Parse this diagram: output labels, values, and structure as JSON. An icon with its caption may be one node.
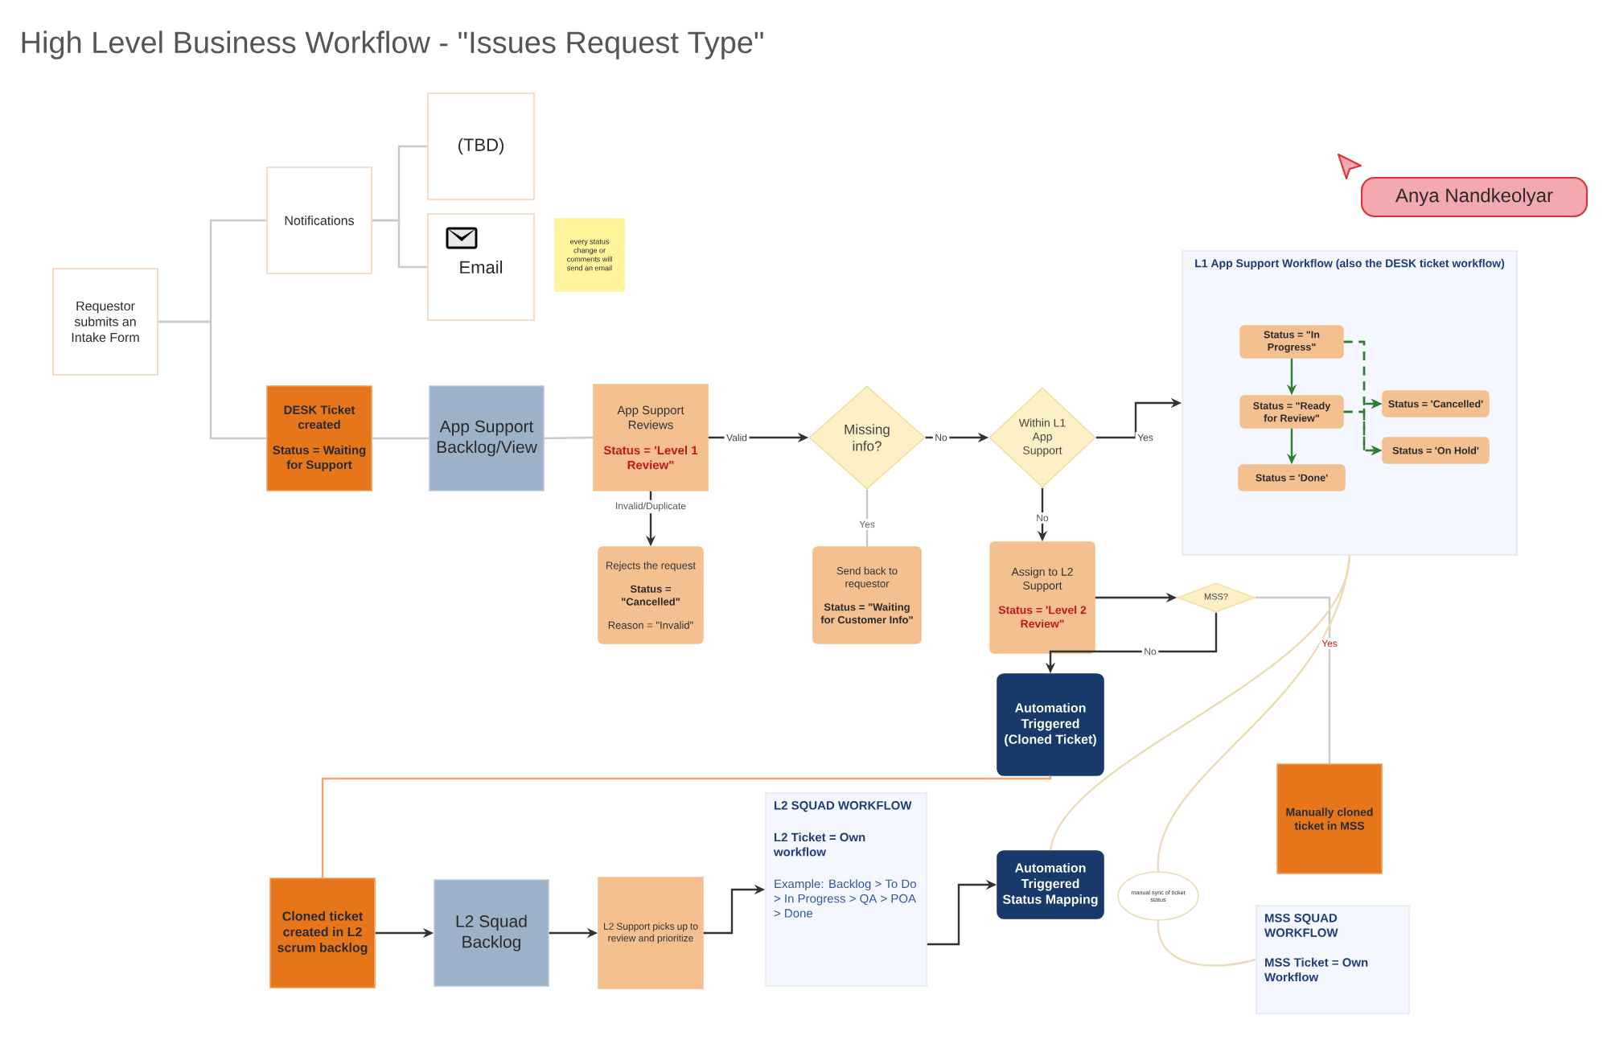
{
  "diagram": {
    "title": "High Level Business Workflow - \"Issues Request Type\"",
    "nodes": [
      {
        "text": [
          "Requestor submits an Intake Form"
        ]
      },
      {
        "text": [
          "Notifications"
        ]
      },
      {
        "text": [
          "(TBD)"
        ]
      },
      {
        "text": [
          "Email"
        ]
      },
      {
        "text": [
          "every status change or comments will send an email"
        ]
      },
      {
        "text": [
          "DESK Ticket created",
          "Status = Waiting for Support"
        ]
      },
      {
        "text": [
          "App Support Backlog/View"
        ]
      },
      {
        "text": [
          "App Support Reviews",
          "Status = 'Level 1 Review\""
        ]
      },
      {
        "text": [
          "Missing info?"
        ]
      },
      {
        "text": [
          "Within L1 App Support"
        ]
      },
      {
        "text": [
          "Rejects the request",
          "Status = \"Cancelled\"",
          "Reason = \"Invalid\""
        ]
      },
      {
        "text": [
          "Send back to requestor",
          "Status = \"Waiting for Customer Info\""
        ]
      },
      {
        "text": [
          "L1 App Support Workflow (also the DESK ticket workflow)"
        ]
      },
      {
        "text": [
          "Status = \"In Progress\""
        ],
        "in": 12
      },
      {
        "text": [
          "Status = \"Ready for Review\""
        ],
        "in": 12
      },
      {
        "text": [
          "Status = 'Done'"
        ],
        "in": 12
      },
      {
        "text": [
          "Status = 'Cancelled'"
        ],
        "in": 12
      },
      {
        "text": [
          "Status = 'On Hold'"
        ],
        "in": 12
      },
      {
        "text": [
          "Assign to L2 Support",
          "Status = 'Level 2 Review\""
        ]
      },
      {
        "text": [
          "MSS?"
        ]
      },
      {
        "text": [
          "Automation Triggered (Cloned Ticket)"
        ]
      },
      {
        "text": [
          "Manually cloned ticket in MSS"
        ]
      },
      {
        "text": [
          "Cloned ticket created in L2 scrum backlog"
        ]
      },
      {
        "text": [
          "L2 Squad Backlog"
        ]
      },
      {
        "text": [
          "L2 Support picks up to review and prioritize"
        ]
      },
      {
        "text": [
          "L2 SQUAD WORKFLOW",
          "L2 Ticket = Own workflow",
          "Example: Backlog > To Do > In Progress > QA > POA > Done"
        ]
      },
      {
        "text": [
          "Automation Triggered Status Mapping"
        ]
      },
      {
        "text": [
          "manual sync of ticket status"
        ]
      },
      {
        "text": [
          "MSS SQUAD WORKFLOW",
          "MSS Ticket = Own Workflow"
        ]
      }
    ],
    "edges": [
      {
        "from": 0,
        "to": 1,
        "arrow": "none",
        "color": "#c9c9c9"
      },
      {
        "from": 0,
        "to": 5,
        "arrow": "none",
        "color": "#c9c9c9"
      },
      {
        "from": 1,
        "to": 2,
        "arrow": "none",
        "color": "#c9c9c9"
      },
      {
        "from": 1,
        "to": 3,
        "arrow": "none",
        "color": "#c9c9c9"
      },
      {
        "from": 5,
        "to": 6,
        "arrow": "none",
        "color": "#c9c9c9"
      },
      {
        "from": 6,
        "to": 7,
        "arrow": "none",
        "color": "#c9c9c9"
      },
      {
        "from": 7,
        "to": 8,
        "arrow": "to",
        "label": "Valid"
      },
      {
        "from": 8,
        "to": 9,
        "arrow": "to",
        "label": "No"
      },
      {
        "from": 9,
        "to": 12,
        "arrow": "to",
        "label": "Yes"
      },
      {
        "from": 7,
        "to": 10,
        "arrow": "to",
        "label": "Invalid/Duplicate"
      },
      {
        "from": 8,
        "to": 11,
        "arrow": "none",
        "label": "Yes",
        "color": "#c9c9c9"
      },
      {
        "from": 9,
        "to": 18,
        "arrow": "to",
        "label": "No"
      },
      {
        "from": 18,
        "to": 19,
        "arrow": "to"
      },
      {
        "from": 19,
        "to": 20,
        "arrow": "to",
        "label": "No"
      },
      {
        "from": 19,
        "to": 21,
        "arrow": "none",
        "label": "Yes",
        "color": "#c9c9c9"
      },
      {
        "from": 20,
        "to": 22,
        "arrow": "none",
        "color": "#f4a46a"
      },
      {
        "from": 22,
        "to": 23,
        "arrow": "to"
      },
      {
        "from": 23,
        "to": 24,
        "arrow": "to"
      },
      {
        "from": 24,
        "to": 25,
        "arrow": "to"
      },
      {
        "from": 25,
        "to": 26,
        "arrow": "to"
      },
      {
        "from": 13,
        "to": 14,
        "arrow": "to",
        "color": "#2e7d32"
      },
      {
        "from": 14,
        "to": 15,
        "arrow": "to",
        "color": "#2e7d32"
      },
      {
        "from": 13,
        "to": 16,
        "arrow": "to",
        "style": "dashed",
        "color": "#2e7d32"
      },
      {
        "from": 13,
        "to": 17,
        "arrow": "to",
        "style": "dashed",
        "color": "#2e7d32"
      },
      {
        "from": 14,
        "to": 16,
        "arrow": "to",
        "style": "dashed",
        "color": "#2e7d32"
      },
      {
        "from": 14,
        "to": 17,
        "arrow": "to",
        "style": "dashed",
        "color": "#2e7d32"
      },
      {
        "from": 12,
        "to": 26,
        "arrow": "none",
        "color": "#eadcb5"
      },
      {
        "from": 12,
        "to": 27,
        "arrow": "none",
        "color": "#eadcb5"
      },
      {
        "from": 27,
        "to": 28,
        "arrow": "none",
        "color": "#eadcb5"
      }
    ],
    "labels": [
      "Anya Nandkeolyar"
    ]
  }
}
